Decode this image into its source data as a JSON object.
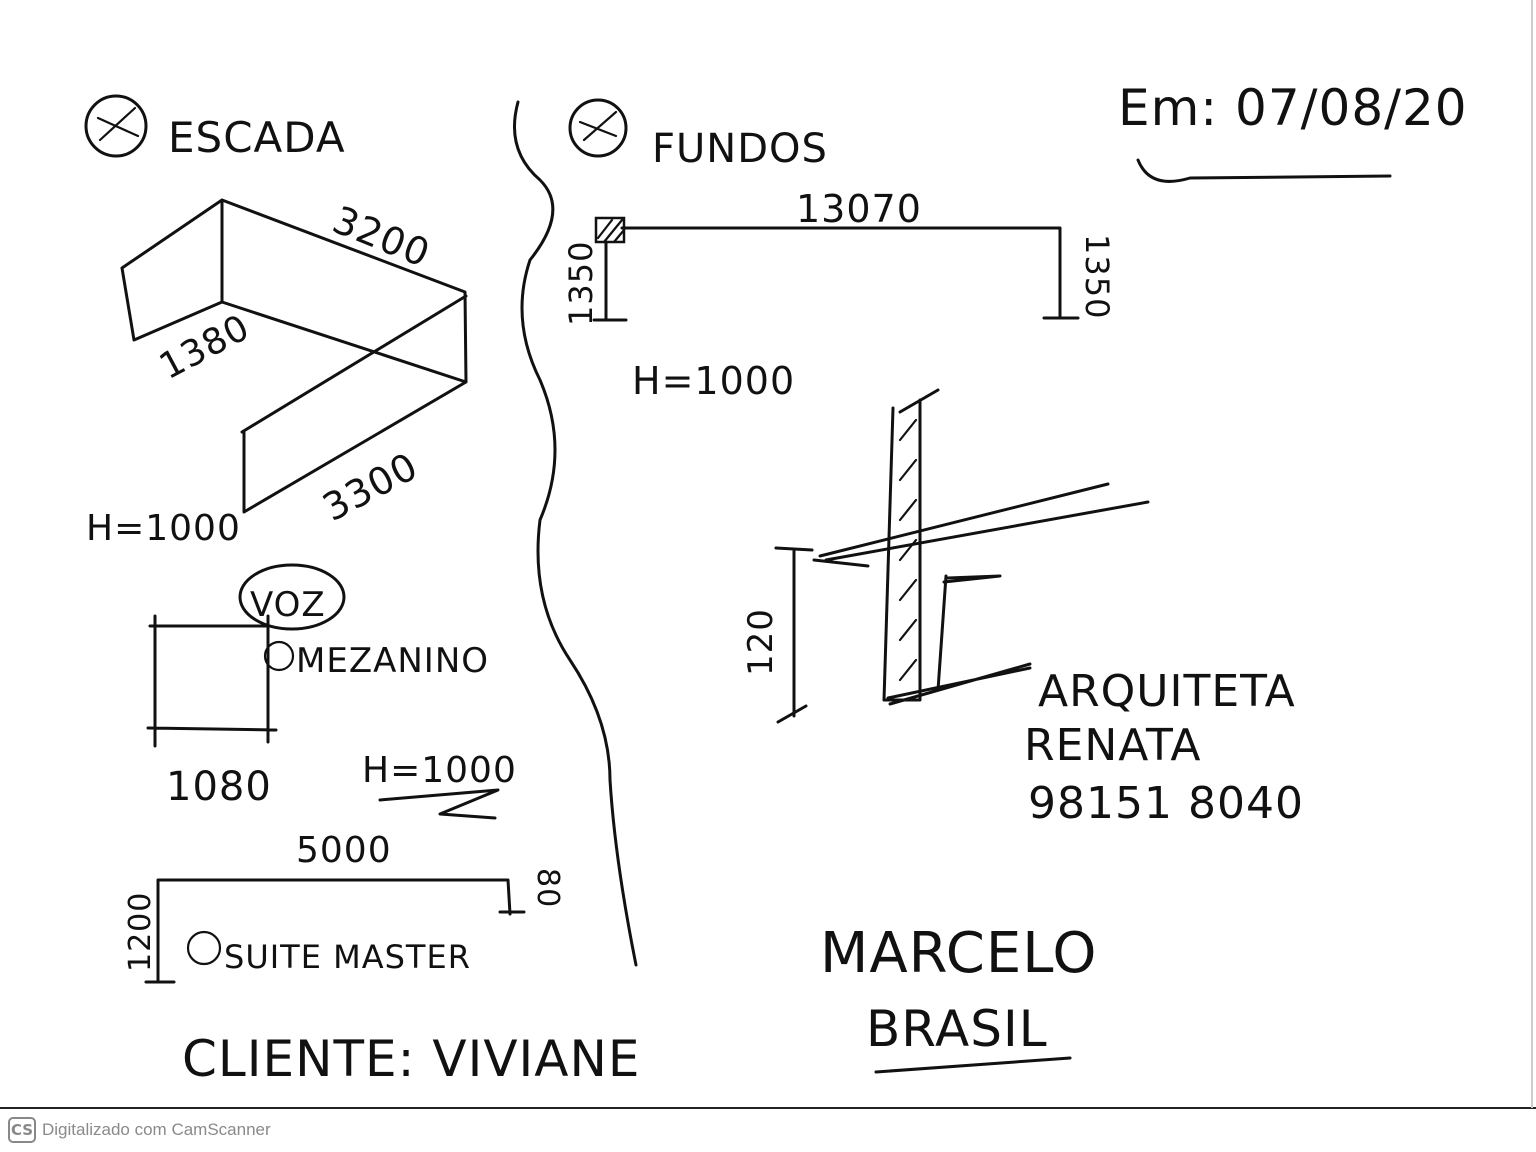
{
  "date_label": "Em: 07/08/20",
  "escada": {
    "title": "ESCADA",
    "dim_top": "3200",
    "dim_side": "1380",
    "dim_bottom": "3300",
    "height": "H=1000"
  },
  "fundos": {
    "title": "FUNDOS",
    "dim_top": "13070",
    "dim_left": "1350",
    "dim_right": "1350",
    "height": "H=1000",
    "detail_dim": "120"
  },
  "mezanino": {
    "title": "MEZANINO",
    "badge": "VOZ",
    "dim": "1080",
    "height": "H=1000"
  },
  "suite": {
    "title": "SUITE MASTER",
    "dim_top": "5000",
    "dim_left": "1200",
    "dim_right": "80"
  },
  "arquiteta": {
    "line1": "ARQUITETA",
    "line2": "RENATA",
    "phone": "98151 8040"
  },
  "cliente": "CLIENTE: VIVIANE",
  "signature": {
    "line1": "MARCELO",
    "line2": "BRASIL"
  },
  "footer": {
    "logo": "CS",
    "text": "Digitalizado com CamScanner"
  }
}
